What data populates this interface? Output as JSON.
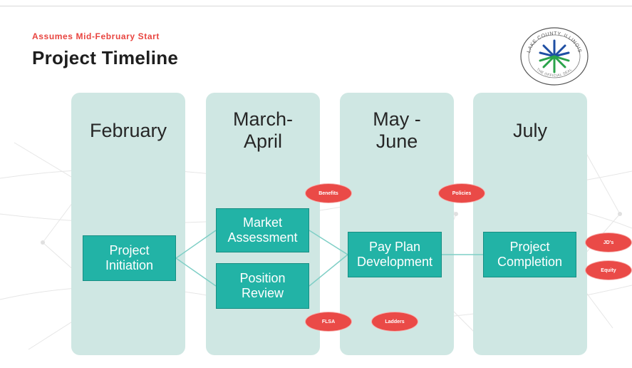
{
  "header": {
    "subtitle": "Assumes Mid-February Start",
    "title": "Project Timeline"
  },
  "logo": {
    "ring_text": "LAKE COUNTY, ILLINOIS",
    "bottom_text": "THE OFFICIAL SEAL",
    "icon": "starburst-seal-icon"
  },
  "columns": [
    {
      "label": "February"
    },
    {
      "label": "March-\nApril"
    },
    {
      "label": "May -\nJune"
    },
    {
      "label": "July"
    }
  ],
  "nodes": {
    "project_initiation": "Project\nInitiation",
    "market_assessment": "Market\nAssessment",
    "position_review": "Position\nReview",
    "pay_plan_development": "Pay Plan\nDevelopment",
    "project_completion": "Project\nCompletion"
  },
  "tags": {
    "benefits": "Benefits",
    "policies": "Policies",
    "flsa": "FLSA",
    "ladders": "Ladders",
    "jds": "JD's",
    "equity": "Equity"
  },
  "colors": {
    "accent_red": "#e8443f",
    "column_bg": "#cfe7e3",
    "node_teal": "#22b3a6",
    "seal_blue": "#1f4fa3",
    "seal_green": "#2aa34a"
  }
}
